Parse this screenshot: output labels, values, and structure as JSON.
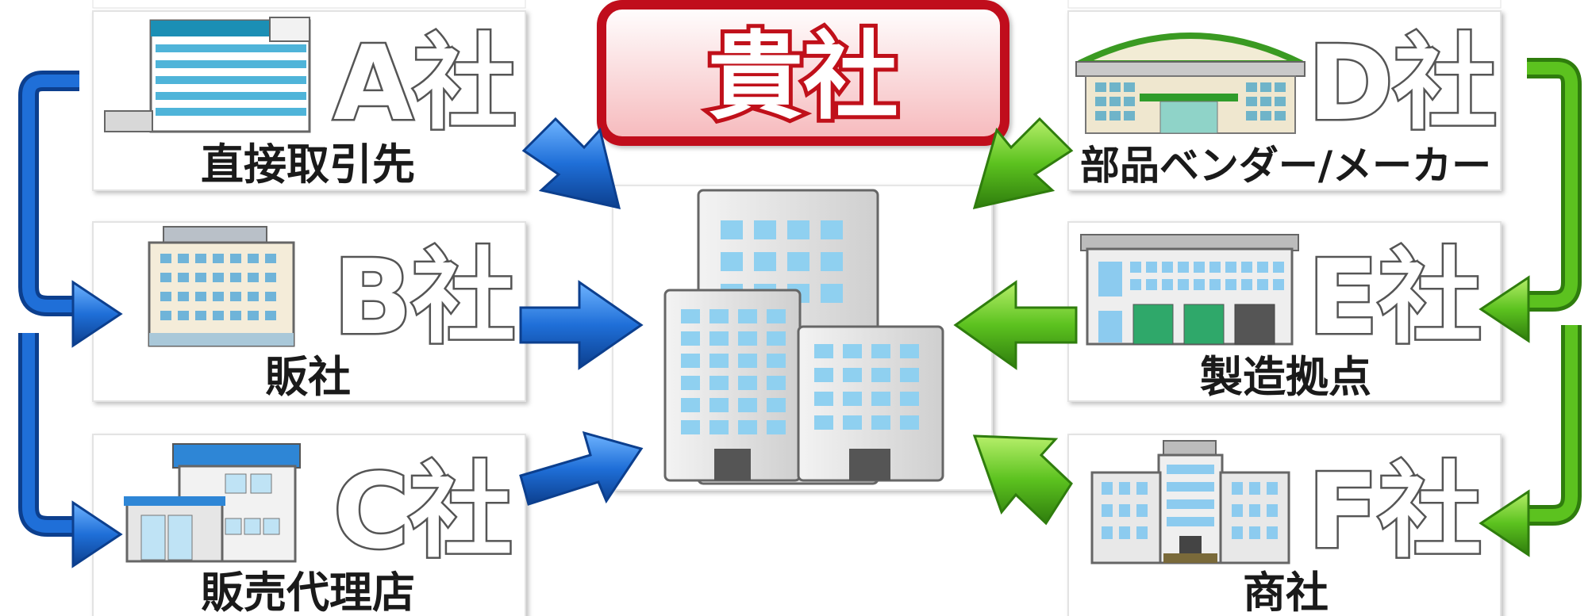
{
  "title": "貴社",
  "left_partners": [
    {
      "name": "A社",
      "role": "直接取引先",
      "icon": "office-building-icon"
    },
    {
      "name": "B社",
      "role": "販社",
      "icon": "sales-office-icon"
    },
    {
      "name": "C社",
      "role": "販売代理店",
      "icon": "shop-icon"
    }
  ],
  "right_partners": [
    {
      "name": "D社",
      "role": "部品ベンダー/メーカー",
      "icon": "factory-dome-icon"
    },
    {
      "name": "E社",
      "role": "製造拠点",
      "icon": "manufacturing-plant-icon"
    },
    {
      "name": "F社",
      "role": "商社",
      "icon": "trading-company-icon"
    }
  ],
  "colors": {
    "left_arrow": "#1f6fd8",
    "right_arrow": "#4caf1a",
    "title_border": "#c0101a",
    "title_fill": "#fbd6d6",
    "window": "#8fd0f0"
  }
}
